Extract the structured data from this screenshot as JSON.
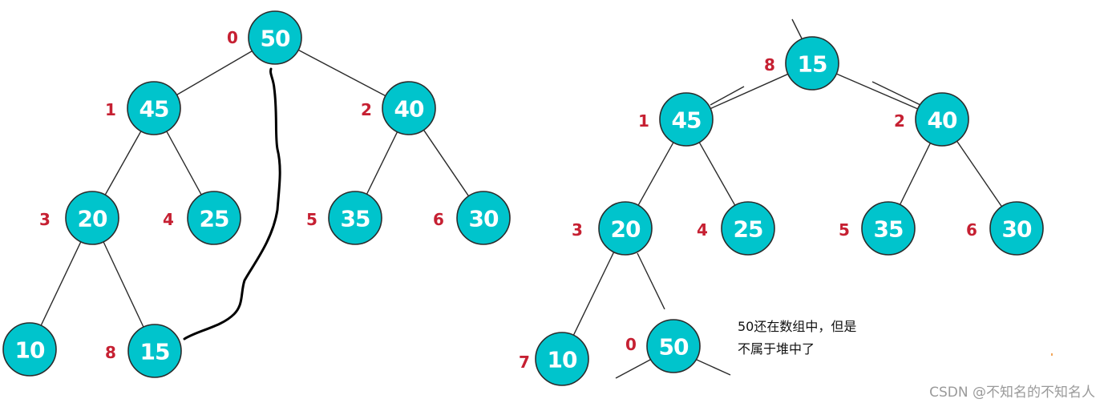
{
  "left_tree": {
    "nodes": [
      {
        "index": "0",
        "value": "50"
      },
      {
        "index": "1",
        "value": "45"
      },
      {
        "index": "2",
        "value": "40"
      },
      {
        "index": "3",
        "value": "20"
      },
      {
        "index": "4",
        "value": "25"
      },
      {
        "index": "5",
        "value": "35"
      },
      {
        "index": "6",
        "value": "30"
      },
      {
        "index": "",
        "value": "10"
      },
      {
        "index": "8",
        "value": "15"
      }
    ]
  },
  "right_tree": {
    "nodes": [
      {
        "index": "8",
        "value": "15"
      },
      {
        "index": "1",
        "value": "45"
      },
      {
        "index": "2",
        "value": "40"
      },
      {
        "index": "3",
        "value": "20"
      },
      {
        "index": "4",
        "value": "25"
      },
      {
        "index": "5",
        "value": "35"
      },
      {
        "index": "6",
        "value": "30"
      },
      {
        "index": "7",
        "value": "10"
      },
      {
        "index": "0",
        "value": "50"
      }
    ]
  },
  "note": {
    "line1": "50还在数组中，但是",
    "line2": "不属于堆中了"
  },
  "watermark": "CSDN @不知名的不知名人"
}
